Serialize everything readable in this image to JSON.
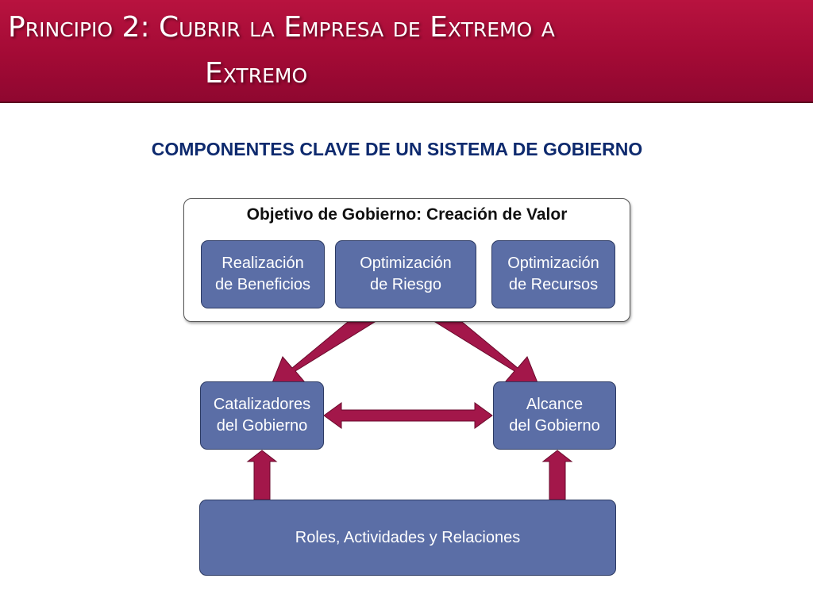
{
  "slide": {
    "title_line1": "Principio 2: Cubrir la Empresa de Extremo a",
    "title_line2": "Extremo",
    "subtitle": "COMPONENTES CLAVE DE UN SISTEMA DE GOBIERNO"
  },
  "diagram": {
    "objective": "Objetivo de Gobierno: Creación de Valor",
    "boxes": {
      "benefits": [
        "Realización",
        "de Beneficios"
      ],
      "risk": [
        "Optimización",
        "de Riesgo"
      ],
      "resources": [
        "Optimización",
        "de Recursos"
      ],
      "enablers": [
        "Catalizadores",
        "del Gobierno"
      ],
      "scope": [
        "Alcance",
        "del Gobierno"
      ],
      "roles": "Roles, Actividades y Relaciones"
    },
    "colors": {
      "title_bar": "#a30a35",
      "box_fill": "#5b6ea6",
      "arrow": "#a3174a",
      "subtitle": "#0e2a6e"
    }
  }
}
